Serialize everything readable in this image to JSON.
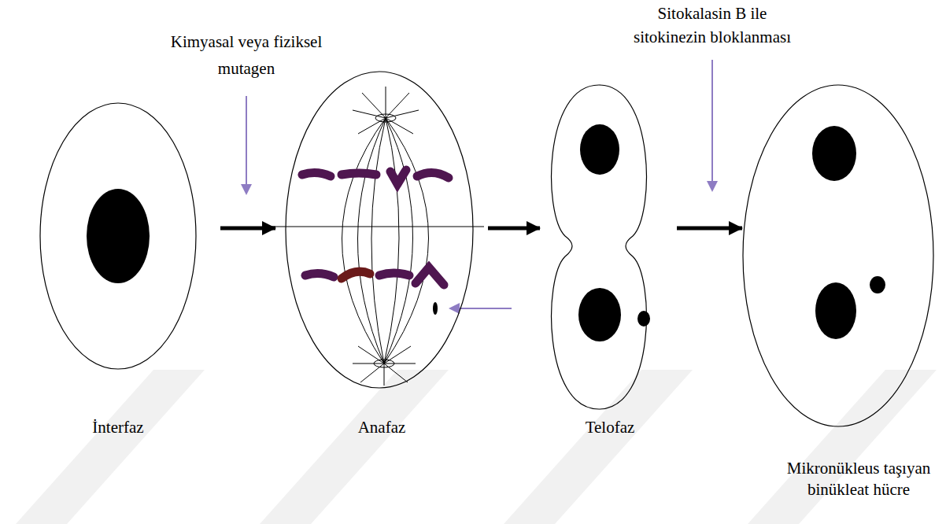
{
  "diagram": {
    "nodes": [
      {
        "text": [
          "İnterfaz"
        ]
      },
      {
        "text": [
          "Anafaz"
        ]
      },
      {
        "text": [
          "Telofaz"
        ]
      },
      {
        "text": [
          "Mikronükleus taşıyan binükleat hücre"
        ]
      }
    ],
    "edges": [
      {
        "from": 0,
        "to": 1,
        "arrow": "to"
      },
      {
        "from": 1,
        "to": 2,
        "arrow": "to"
      },
      {
        "from": 2,
        "to": 3,
        "arrow": "to"
      }
    ],
    "labels": [
      "Kimyasal veya fiziksel mutagen",
      "Sitokalasin B ile sitokinezin bloklanması"
    ]
  }
}
